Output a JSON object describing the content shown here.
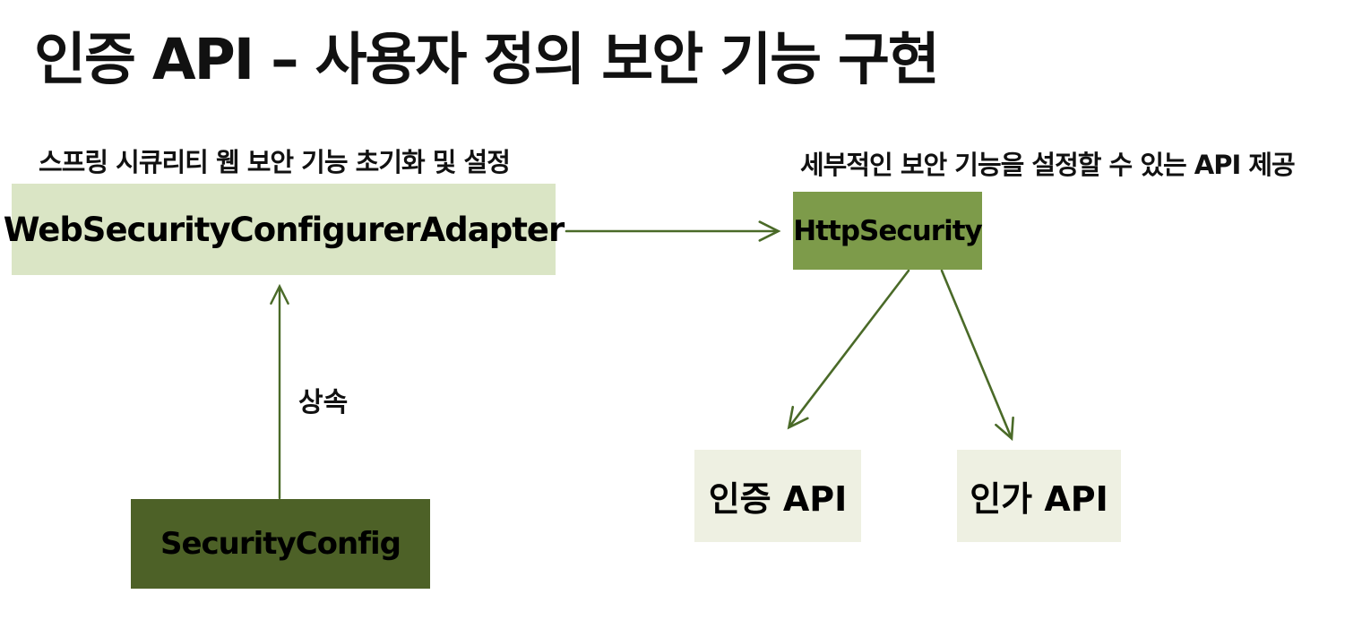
{
  "title": "인증 API – 사용자 정의 보안 기능 구현",
  "colors": {
    "box_light_green": "#dae5c5",
    "box_mid_green": "#7d9b4a",
    "box_dark_green": "#4d6127",
    "box_pale_green": "#eef0e2",
    "arrow_green": "#4a6a28",
    "text_black": "#111111",
    "background": "#ffffff"
  },
  "nodes": {
    "web_security_configurer_adapter": {
      "label": "WebSecurityConfigurerAdapter",
      "caption": "스프링 시큐리티 웹 보안 기능 초기화 및 설정"
    },
    "http_security": {
      "label": "HttpSecurity",
      "caption": "세부적인 보안 기능을 설정할 수 있는 API 제공"
    },
    "security_config": {
      "label": "SecurityConfig"
    },
    "auth_api": {
      "label": "인증 API"
    },
    "authz_api": {
      "label": "인가 API"
    }
  },
  "edges": {
    "inheritance_label": "상속"
  }
}
